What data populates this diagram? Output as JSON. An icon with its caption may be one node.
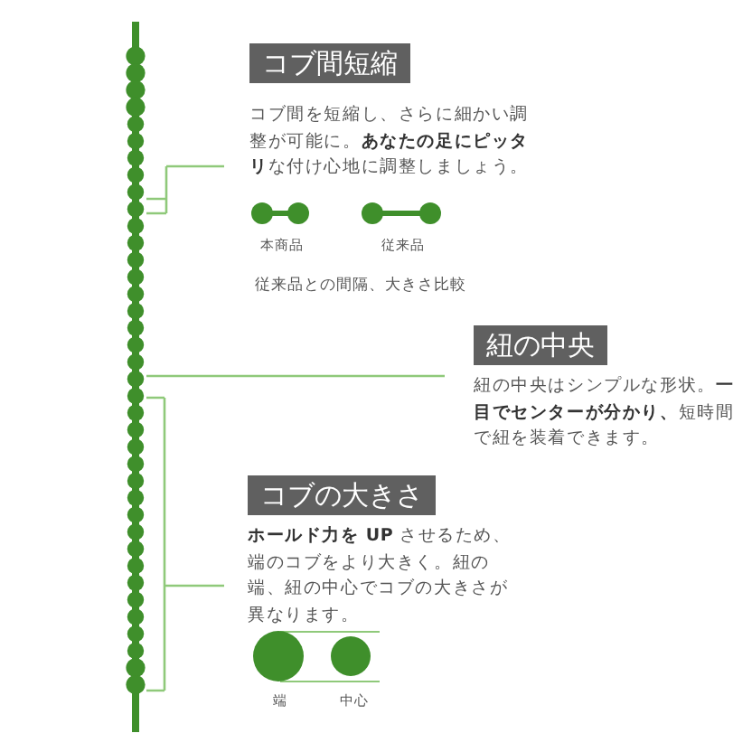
{
  "diagram": {
    "nodes": [
      {
        "text": [],
        "shape": "picture"
      },
      {
        "text": [
          "コブ間短縮",
          "コブ間を短縮し、さらに細かい調整が可能に。**あなたの足にピッタリ**な付け心地に調整しましょう。"
        ]
      },
      {
        "text": [
          "紐の中央",
          "紐の中央はシンプルな形状。**一目でセンターが分かり、**短時間で紐を装着できます。"
        ]
      },
      {
        "text": [
          "コブの大きさ",
          "**ホールド力を UP** させるため、端のコブをより大きく。紐の端、紐の中心でコブの大きさが異なります。"
        ]
      }
    ],
    "edges": [
      {
        "from": 1,
        "to": 0,
        "arrow": "none"
      },
      {
        "from": 2,
        "to": 0,
        "arrow": "none"
      },
      {
        "from": 3,
        "to": 0,
        "arrow": "none"
      }
    ],
    "labels": [
      "本商品",
      "従来品",
      "従来品との間隔、大きさ比較",
      "端",
      "中心"
    ]
  }
}
